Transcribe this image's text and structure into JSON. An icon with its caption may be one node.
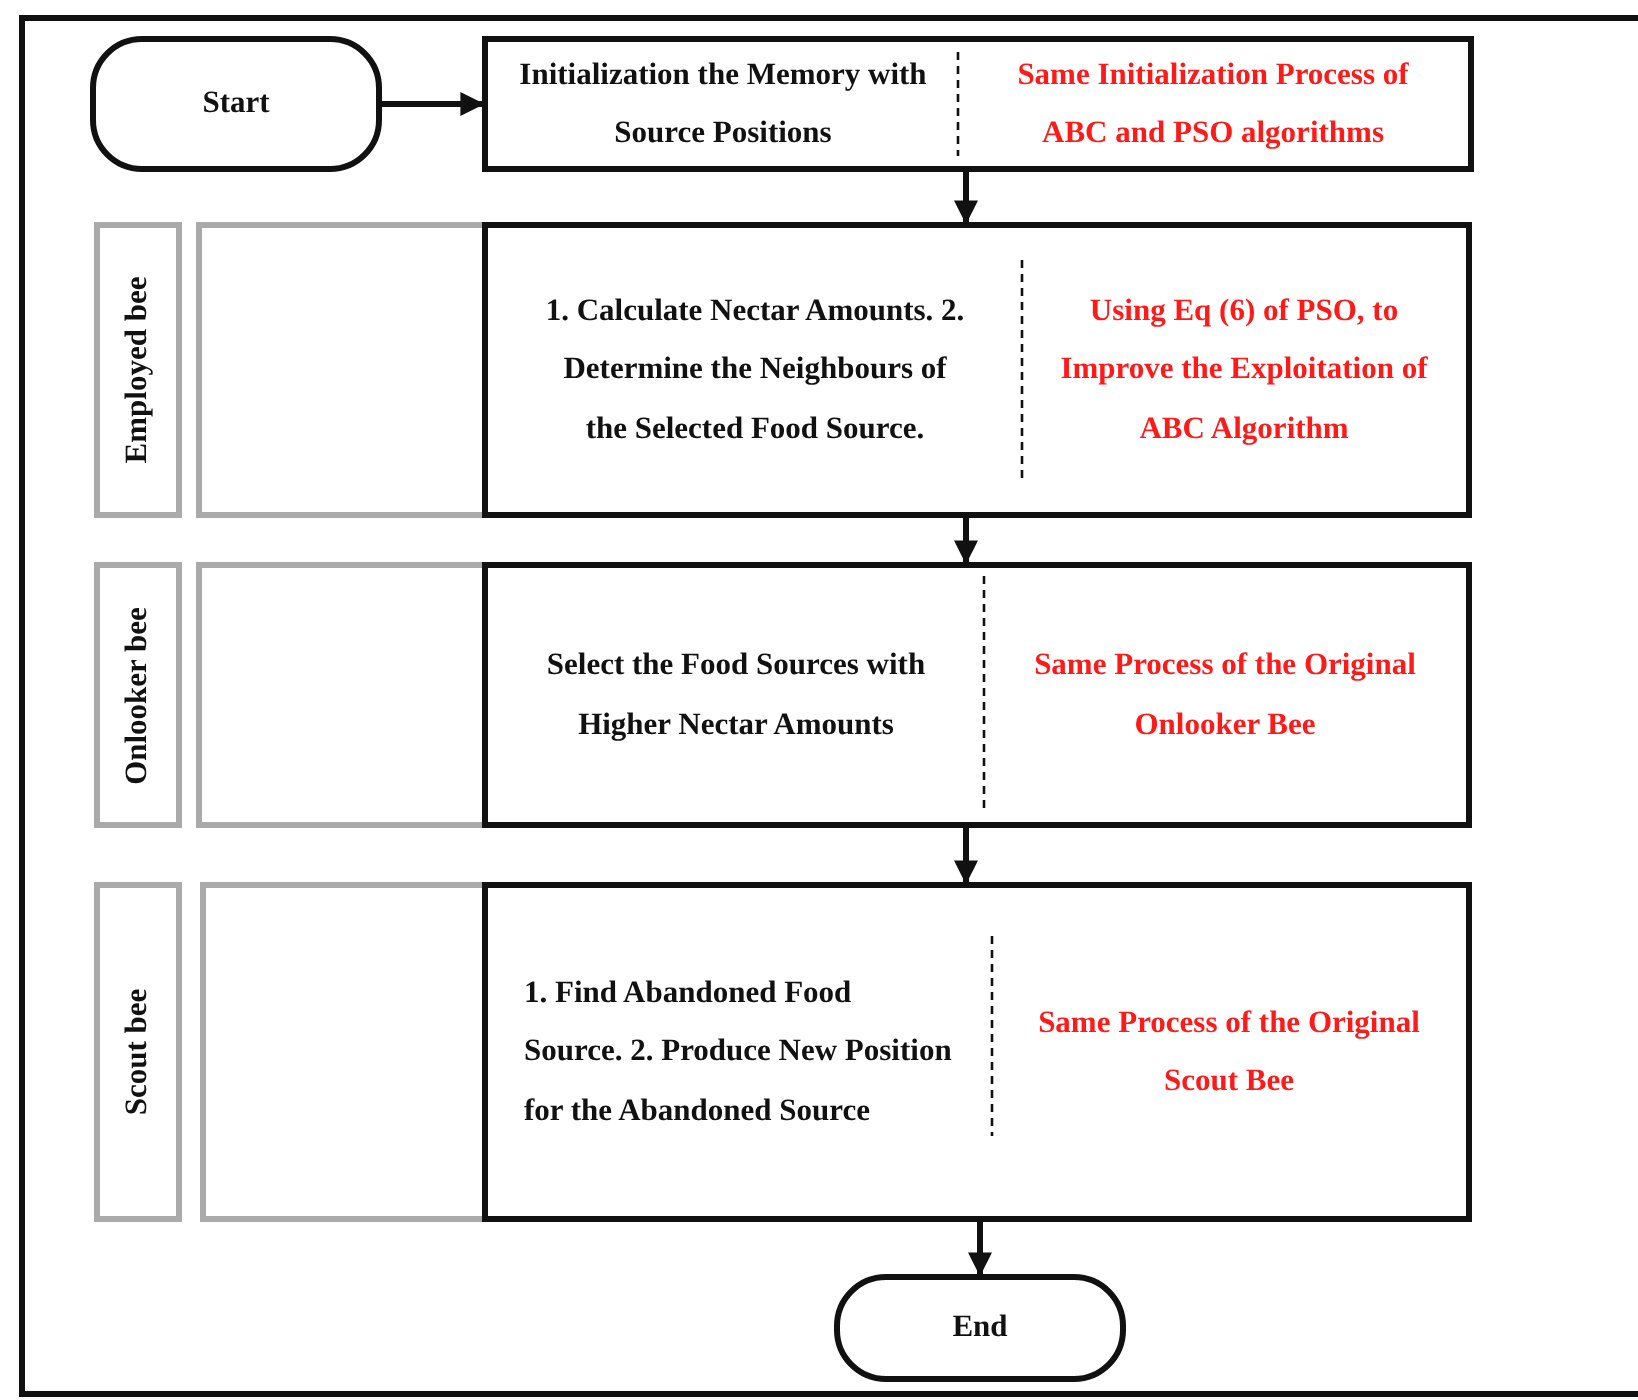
{
  "diagram": {
    "nodes": [
      {
        "text": [
          "Start"
        ]
      },
      {
        "text": [
          "Initialization the Memory with Source Positions",
          "Same Initialization Process of ABC and PSO algorithms"
        ]
      },
      {
        "text": [
          "Employed bee"
        ]
      },
      {
        "text": [],
        "shape": "box"
      },
      {
        "text": [
          "1. Calculate Nectar Amounts. 2. Determine the Neighbours of the Selected Food Source.",
          "Using Eq (6) of PSO, to Improve the Exploitation of ABC Algorithm"
        ]
      },
      {
        "text": [
          "Onlooker bee"
        ]
      },
      {
        "text": [],
        "shape": "box"
      },
      {
        "text": [
          "Select the Food Sources with Higher Nectar Amounts",
          "Same Process of the Original Onlooker Bee"
        ]
      },
      {
        "text": [
          "Scout bee"
        ]
      },
      {
        "text": [],
        "shape": "box"
      },
      {
        "text": [
          "1. Find Abandoned Food Source. 2. Produce New Position for the Abandoned Source",
          "Same Process of the Original Scout Bee"
        ]
      },
      {
        "text": [
          "End"
        ]
      }
    ],
    "edges": [
      {
        "from": 0,
        "to": 1,
        "arrow": "to"
      },
      {
        "from": 1,
        "to": 4,
        "arrow": "to"
      },
      {
        "from": 4,
        "to": 7,
        "arrow": "to"
      },
      {
        "from": 7,
        "to": 10,
        "arrow": "to"
      },
      {
        "from": 10,
        "to": 11,
        "arrow": "to"
      }
    ]
  }
}
